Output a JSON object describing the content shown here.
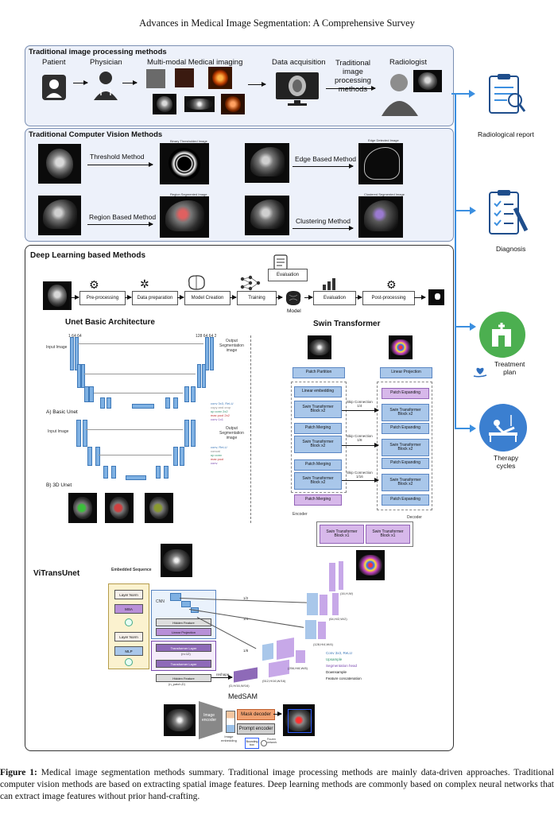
{
  "running_head": "Advances in Medical Image Segmentation: A Comprehensive Survey",
  "traditional_image_processing": {
    "title": "Traditional image processing methods",
    "labels": {
      "patient": "Patient",
      "physician": "Physician",
      "imaging": "Multi-modal Medical imaging",
      "acquisition": "Data acquisition",
      "methods": "Traditional\nimage\nprocessing\nmethods",
      "radiologist": "Radiologist"
    }
  },
  "traditional_cv": {
    "title": "Traditional Computer Vision Methods",
    "methods": {
      "threshold": "Threshold Method",
      "edge": "Edge Based Method",
      "region": "Region Based Method",
      "clustering": "Clustering Method"
    },
    "thumb_titles": {
      "threshold": "Binary Thresholded Image",
      "edge": "Edge Detected Image",
      "region": "Region Segmented Image",
      "clustering": "Clustered Segmented Image"
    }
  },
  "deep_learning": {
    "title": "Deep Learning based Methods",
    "pipeline": {
      "preprocessing": "Pre-processing",
      "data_preparation": "Data preparation",
      "model_creation": "Model Creation",
      "training": "Training",
      "evaluation_top": "Evaluation",
      "model": "Model",
      "evaluation": "Evaluation",
      "postprocessing": "Post-processing"
    },
    "unet": {
      "title": "Unet Basic Architecture",
      "basic_label": "A) Basic Unet",
      "unet3d_label": "B) 3D Unet",
      "input_image": "Input Image",
      "output": "Output\nSegmentation\nimage",
      "ch_top": "1 64 64",
      "ch_top_r": "128 64 64 2",
      "legend": [
        "conv 3x3, ReLU",
        "copy and crop",
        "up conv 2x2",
        "max pool 2x2",
        "conv 1x1"
      ],
      "legend_3d": [
        "conv, ReLU",
        "concat",
        "up conv",
        "max pool",
        "conv"
      ]
    },
    "swin": {
      "title": "Swin Transformer",
      "encoder": [
        "Patch Partition",
        "Linear embedding",
        "Swin Transformer\nBlock x2",
        "Patch Merging",
        "Swin Transformer\nBlock x2",
        "Patch Merging",
        "Swin Transformer\nBlock x2",
        "Patch Merging"
      ],
      "decoder": [
        "Linear Projection",
        "Patch Expanding",
        "Swin Transformer\nBlock x2",
        "Patch Expanding",
        "Swin Transformer\nBlock x2",
        "Patch Expanding",
        "Swin Transformer\nBlock x2",
        "Patch Expanding"
      ],
      "skips": [
        "Skip Connection\n1/4",
        "Skip Connection\n1/8",
        "Skip Connection\n1/16"
      ],
      "bottleneck": "Swin Transformer\nBlock x1",
      "bottleneck2": "Swin Transformer\nBlock x1",
      "encoder_label": "Encoder",
      "decoder_label": "Decoder"
    },
    "vitransunet": {
      "title": "ViTransUnet",
      "embedded": "Embedded Sequence",
      "layer_norm": "Layer Norm",
      "msa": "MSA",
      "layer_norm2": "Layer Norm",
      "mlp": "MLP",
      "cnn": "CNN",
      "hidden": "Hidden Feature",
      "linear_proj": "Linear Projection",
      "transformer1": "Transformer Layer",
      "transformer2": "Transformer Layer",
      "n12": "(n=12)",
      "hidden2": "Hidden Feature",
      "patch_dims": "(n_patch,D)",
      "reshape": "reshape",
      "d1": "(D,H/16,W/16)",
      "d2": "(512,H/16,W/16)",
      "d3": "(256,H/8,W/8)",
      "d4": "(128,H/4,W/4)",
      "d5": "(64,H/2,W/2)",
      "d6": "(16,H,W)",
      "frac": [
        "1/2",
        "1/4",
        "1/8"
      ],
      "legend": [
        "Conv 3x3, ReLU",
        "Upsample",
        "Segmentation head",
        "Downsample",
        "Feature concatenation"
      ]
    },
    "medsam": {
      "title": "MedSAM",
      "image_encoder": "Image\nencoder",
      "mask_decoder": "Mask decoder",
      "prompt_encoder": "Prompt encoder",
      "image_embedding": "Image\nembedding",
      "bounding_box": "Bounding\nbox",
      "frozen": "Frozen\nnetwork"
    }
  },
  "outcomes": {
    "report": "Radiological report",
    "diagnosis": "Diagnosis",
    "treatment": "Treatment\nplan",
    "therapy": "Therapy\ncycles"
  },
  "caption": {
    "label": "Figure 1:",
    "text": " Medical image segmentation methods summary. Traditional image processing methods are mainly data-driven approaches. Traditional computer vision methods are based on extracting spatial image features. Deep learning methods are commonly based on complex neural networks that can extract image features without prior hand-crafting."
  },
  "colors": {
    "panel_bg": "#edf1fa",
    "panel_border": "#7a8fb3",
    "outcome_arrow": "#3b8fe0",
    "swin_blue": "#a9c7ea",
    "swin_purple": "#d7b8ea"
  }
}
